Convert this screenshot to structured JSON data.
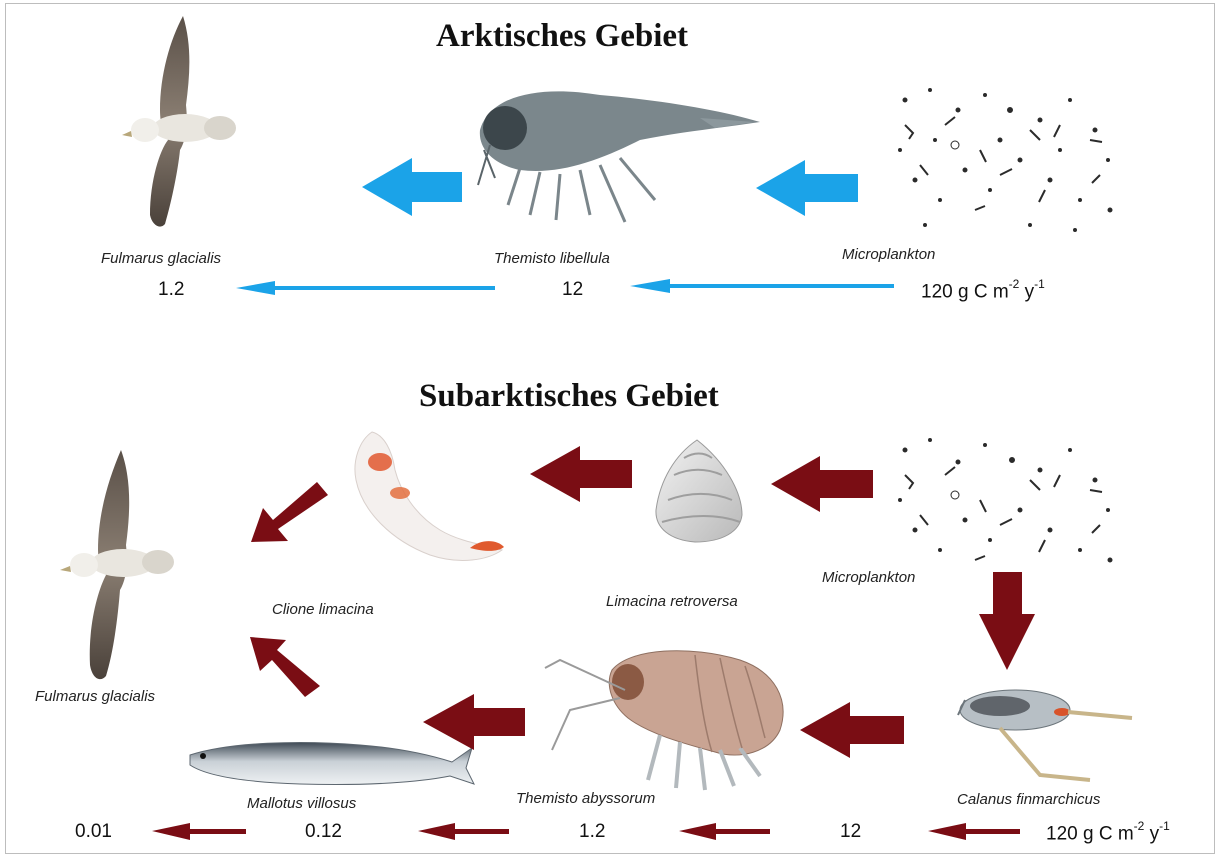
{
  "arctic": {
    "title": "Arktisches Gebiet",
    "species": {
      "predator": "Fulmarus glacialis",
      "amphipod": "Themisto libellula",
      "plankton": "Microplankton"
    },
    "values": {
      "predator": "1.2",
      "amphipod": "12",
      "plankton_number": "120",
      "plankton_unit": "g C  m",
      "unit_exp1": "-2",
      "unit_y": "y",
      "unit_exp2": "-1"
    }
  },
  "subarctic": {
    "title": "Subarktisches Gebiet",
    "species": {
      "predator": "Fulmarus glacialis",
      "pteropod_predator": "Clione limacina",
      "pteropod": "Limacina retroversa",
      "plankton": "Microplankton",
      "fish": "Mallotus villosus",
      "amphipod": "Themisto abyssorum",
      "copepod": "Calanus finmarchicus"
    },
    "values": {
      "v1": "0.01",
      "v2": "0.12",
      "v3": "1.2",
      "v4": "12",
      "plankton_number": "120",
      "plankton_unit": "g C  m",
      "unit_exp1": "-2",
      "unit_y": "y",
      "unit_exp2": "-1"
    }
  },
  "colors": {
    "arctic_arrow": "#1ba3e8",
    "subarctic_arrow": "#7a0d14"
  }
}
